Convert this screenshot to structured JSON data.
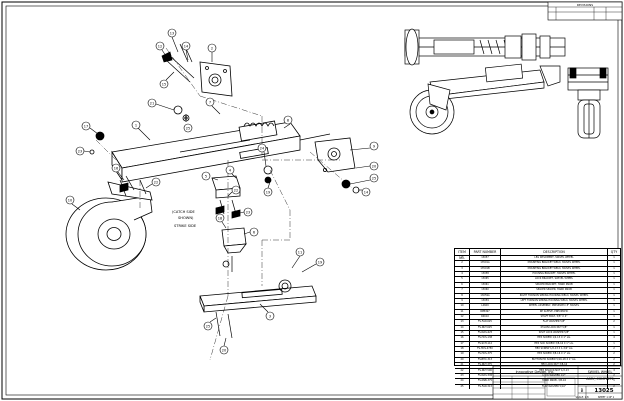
{
  "drawing": {
    "callout_note": [
      "(CATCH SIDE",
      "SHOWN)",
      "STRIKE SIDE"
    ],
    "balloons": [
      "1",
      "2",
      "3",
      "4",
      "5",
      "6",
      "7",
      "8",
      "9",
      "10",
      "11",
      "12",
      "13",
      "14",
      "15",
      "16",
      "17",
      "18",
      "19",
      "20",
      "21",
      "22",
      "23",
      "24",
      "25"
    ]
  },
  "bom": {
    "headers": [
      "ITEM NO.",
      "PART NUMBER",
      "DESCRIPTION",
      "QTY"
    ],
    "rows": [
      [
        "1",
        "13057",
        "LEG WELDMENT, SWIVEL WHEEL",
        "1"
      ],
      [
        "2",
        "13501A",
        "MOUNTING BRACKET WELD, SWIVEL WHEEL",
        "1"
      ],
      [
        "3",
        "13501B",
        "MOUNTING BRACKET WELD, SWIVEL WHEEL",
        "1"
      ],
      [
        "4",
        "13058",
        "HOUSING BRACKET, SWIVEL WHEEL",
        "1"
      ],
      [
        "5",
        "13065",
        "LOCK BRACKET, SWIVEL WHEEL",
        "1"
      ],
      [
        "6",
        "13061",
        "SPACER BRACKET, HAND KNOB",
        "1"
      ],
      [
        "7",
        "13060",
        "SPACER SPACER, HAND KNOB",
        "1"
      ],
      [
        "8",
        "13059A",
        "RIGHT TORSION SPRING HOUSING WELD, SWIVEL WHEEL",
        "1"
      ],
      [
        "9",
        "13059",
        "LEFT TORSION SPRING HOUSING WELD, SWIVEL WHEEL",
        "1"
      ],
      [
        "10",
        "L4609",
        "WHEEL ASSEMBLY, PNEUMATIC 8\" SWIVEL",
        "1"
      ],
      [
        "11",
        "RPB497",
        "RP SLEEVE, PNEUMATIC",
        "1"
      ],
      [
        "12",
        "R4610",
        "SHAFT BOLT, 5/8\" X 4\"",
        "1"
      ],
      [
        "13",
        "FS-FLW-625",
        "FLAT WASHER 5/8\"",
        "2"
      ],
      [
        "14",
        "FS-NUT-625",
        "NYLON LOCK NUT 5/8\"",
        "1"
      ],
      [
        "15",
        "FS-WAS-625",
        "SPLIT LOCK WASHER 5/8\"",
        "1"
      ],
      [
        "16",
        "FS-HCS-138",
        "HEX SCREW 1/2-13 X 1\" LG.",
        "4"
      ],
      [
        "17",
        "FS-SCH-112",
        "HEX SOC SCREW 3/8-16 X 1\" LG.",
        "1"
      ],
      [
        "18",
        "FS-HCS-4750",
        "HEX SCREW 1/2-13 X 1-3/4\" LG.",
        "2"
      ],
      [
        "19",
        "FS-HCS-375",
        "HEX SCREW 3/8-16 X 1\" LG.",
        "2"
      ],
      [
        "20",
        "FS-BHC-313",
        "BUTTON HD SCREW 5/16-18 X 1\" LG.",
        "2"
      ],
      [
        "21",
        "FS-NUT-375",
        "HEX LOCK NUT 3/8-16",
        "2"
      ],
      [
        "22",
        "FS-NUT-500",
        "HEX NYLOCK NUT 1/2-13",
        "4"
      ],
      [
        "23",
        "FS-WAS-500",
        "LOCK WASHER 1/2\"",
        "2"
      ],
      [
        "24",
        "FS-KNB-375",
        "HAND KNOB, 3/8-16",
        "1"
      ],
      [
        "25",
        "FS-FLW-313",
        "FLAT WASHER 5/16\"",
        "2"
      ]
    ]
  },
  "title_block": {
    "company": "Innovative Design, Inc.",
    "title_lines": [
      "SWIVEL WHEEL",
      "ASSY, COMPLETE"
    ],
    "drawing_number": "13025",
    "size": "B",
    "sheet": "SHEET 1 OF 1",
    "scale": "SCALE: 1:8"
  },
  "revision_block": {
    "header": "REVISIONS"
  }
}
